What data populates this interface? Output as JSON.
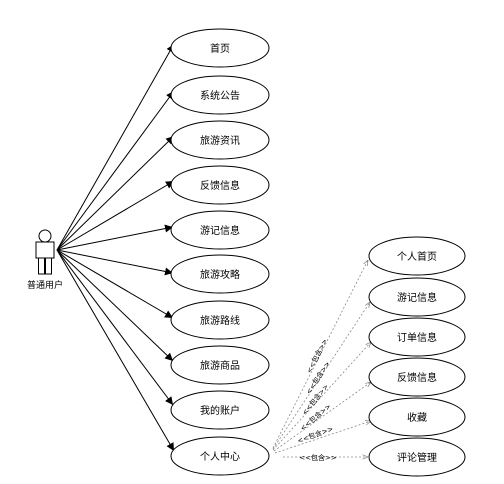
{
  "actor": {
    "label": "普通用户",
    "icon": "stick-figure-user-icon"
  },
  "use_cases": [
    "首页",
    "系统公告",
    "旅游资讯",
    "反馈信息",
    "游记信息",
    "旅游攻略",
    "旅游路线",
    "旅游商品",
    "我的账户",
    "个人中心"
  ],
  "included_use_cases": [
    "个人首页",
    "游记信息",
    "订单信息",
    "反馈信息",
    "收藏",
    "评论管理"
  ],
  "include_label": "<<包含>>",
  "colors": {
    "line": "#000000",
    "include_line": "#8a8a8a",
    "background": "#ffffff"
  }
}
